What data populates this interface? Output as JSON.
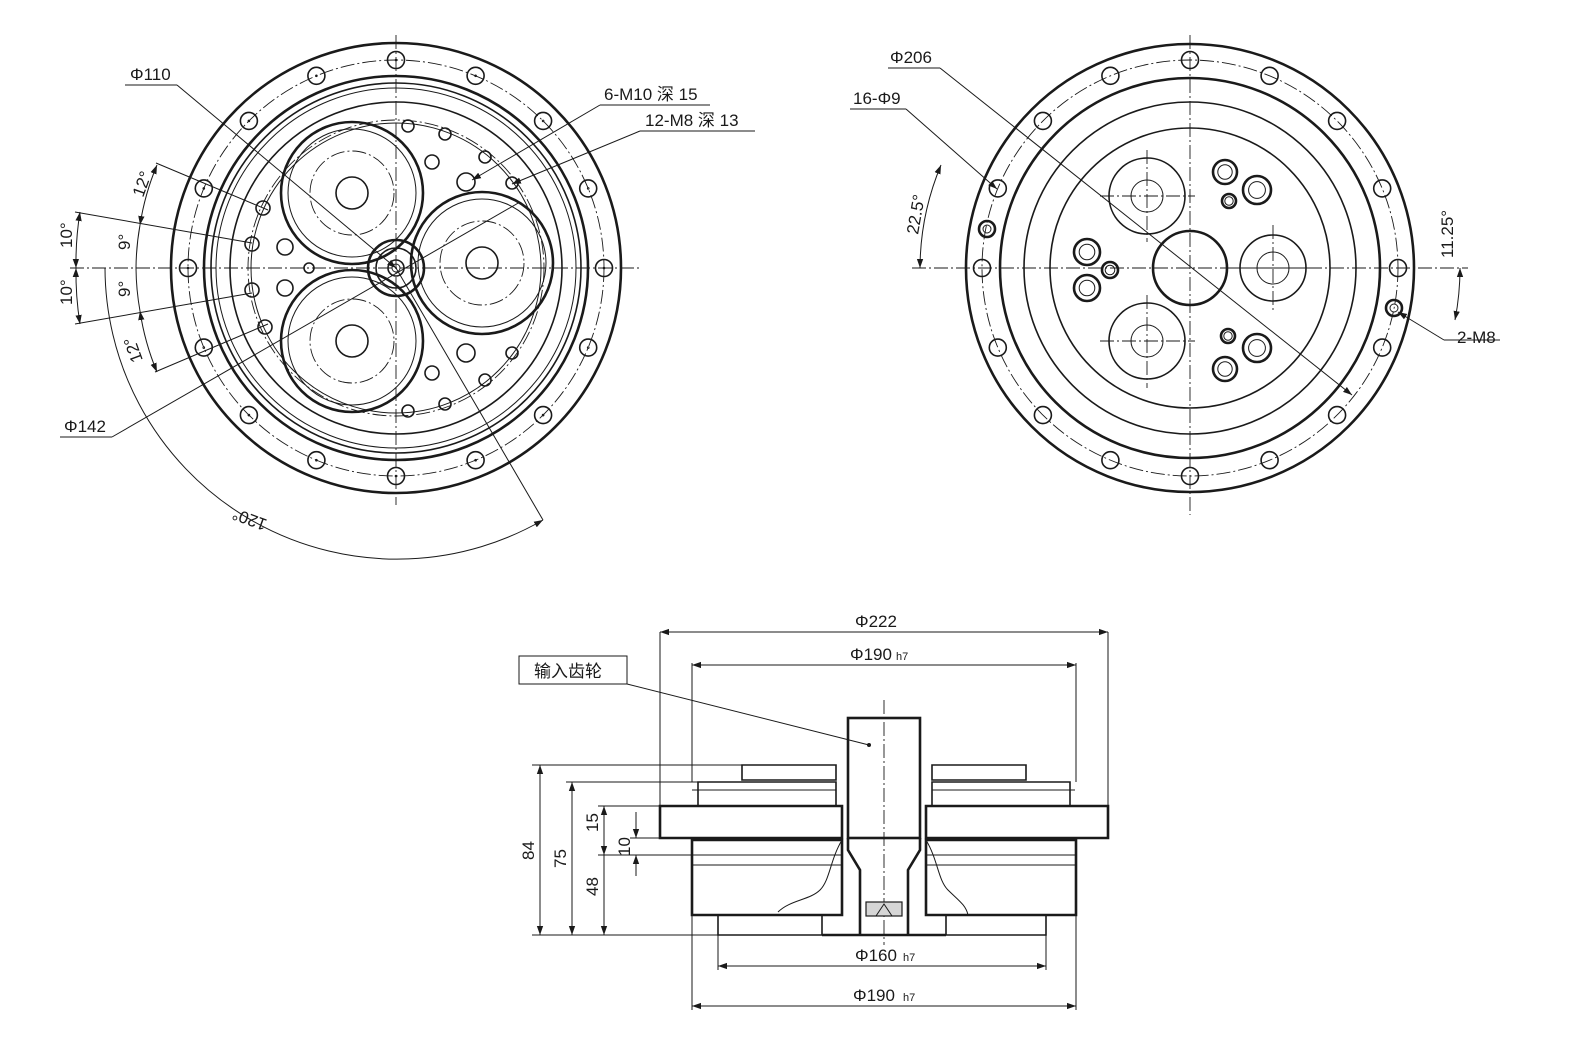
{
  "front_view": {
    "dim_phi110": "Φ110",
    "dim_6m10": "6-M10 深 15",
    "dim_12m8": "12-M8 深 13",
    "dim_phi142": "Φ142",
    "angle_12_top": "12°",
    "angle_10_top": "10°",
    "angle_9_top": "9°",
    "angle_10_bottom": "10°",
    "angle_9_bottom": "9°",
    "angle_12_bottom": "12°",
    "angle_120": "120°"
  },
  "back_view": {
    "dim_phi206": "Φ206",
    "dim_16phi9": "16-Φ9",
    "angle_22_5": "22.5°",
    "angle_11_25": "11.25°",
    "dim_2m8": "2-M8"
  },
  "side_view": {
    "dim_phi222": "Φ222",
    "dim_phi190_top": "Φ190",
    "tol_h7_top": "h7",
    "label_input_gear": "输入齿轮",
    "dim_84": "84",
    "dim_75": "75",
    "dim_15": "15",
    "dim_10": "10",
    "dim_48": "48",
    "dim_phi160": "Φ160",
    "tol_h7_160": "h7",
    "dim_phi190_bottom": "Φ190",
    "tol_h7_bottom": "h7"
  }
}
